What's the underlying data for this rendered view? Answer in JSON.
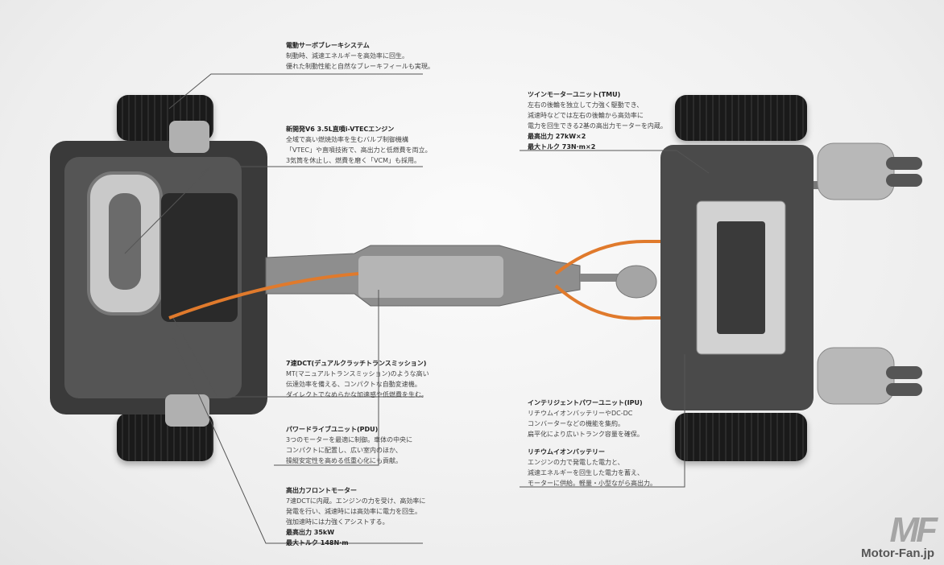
{
  "annotations": {
    "brake": {
      "title": "電動サーボブレーキシステム",
      "lines": [
        "制動時、減速エネルギーを高効率に回生。",
        "優れた制動性能と自然なブレーキフィールも実現。"
      ]
    },
    "engine": {
      "title": "新開発V6 3.5L直噴i-VTECエンジン",
      "lines": [
        "全域で高い燃焼効率を生むバルブ制御機構",
        "「VTEC」や直噴技術で、高出力と低燃費を両立。",
        "3気筒を休止し、燃費を磨く「VCM」も採用。"
      ]
    },
    "tmu": {
      "title": "ツインモーターユニット(TMU)",
      "lines": [
        "左右の後輪を独立して力強く駆動でき、",
        "減速時などでは左右の後輪から高効率に",
        "電力を回生できる2基の高出力モーターを内蔵。"
      ],
      "spec1": "最高出力 27kW×2",
      "spec2": "最大トルク 73N·m×2"
    },
    "dct": {
      "title": "7速DCT(デュアルクラッチトランスミッション)",
      "lines": [
        "MT(マニュアルトランスミッション)のような高い",
        "伝達効率を備える、コンパクトな自動変速機。",
        "ダイレクトでなめらかな加速感や低燃費を生む。"
      ]
    },
    "pdu": {
      "title": "パワードライブユニット(PDU)",
      "lines": [
        "3つのモーターを最適に制御。車体の中央に",
        "コンパクトに配置し、広い室内のほか、",
        "操縦安定性を高める低重心化にも貢献。"
      ]
    },
    "front_motor": {
      "title": "高出力フロントモーター",
      "lines": [
        "7速DCTに内蔵。エンジンの力を受け、高効率に",
        "発電を行い、減速時には高効率に電力を回生。",
        "強加速時には力強くアシストする。"
      ],
      "spec1": "最高出力 35kW",
      "spec2": "最大トルク 148N·m"
    },
    "ipu": {
      "title": "インテリジェントパワーユニット(IPU)",
      "lines": [
        "リチウムイオンバッテリーやDC-DC",
        "コンバーターなどの機能を集約。",
        "扁平化により広いトランク容量を確保。"
      ]
    },
    "battery": {
      "title": "リチウムイオンバッテリー",
      "lines": [
        "エンジンの力で発電した電力と、",
        "減速エネルギーを回生した電力を蓄え、",
        "モーターに供給。軽量・小型ながら高出力。"
      ]
    }
  },
  "watermark": {
    "logo": "MF",
    "site": "Motor-Fan.jp"
  },
  "colors": {
    "orange_cable": "#e07a2c",
    "tire": "#1e1e1e",
    "metal": "#9a9a9a"
  }
}
